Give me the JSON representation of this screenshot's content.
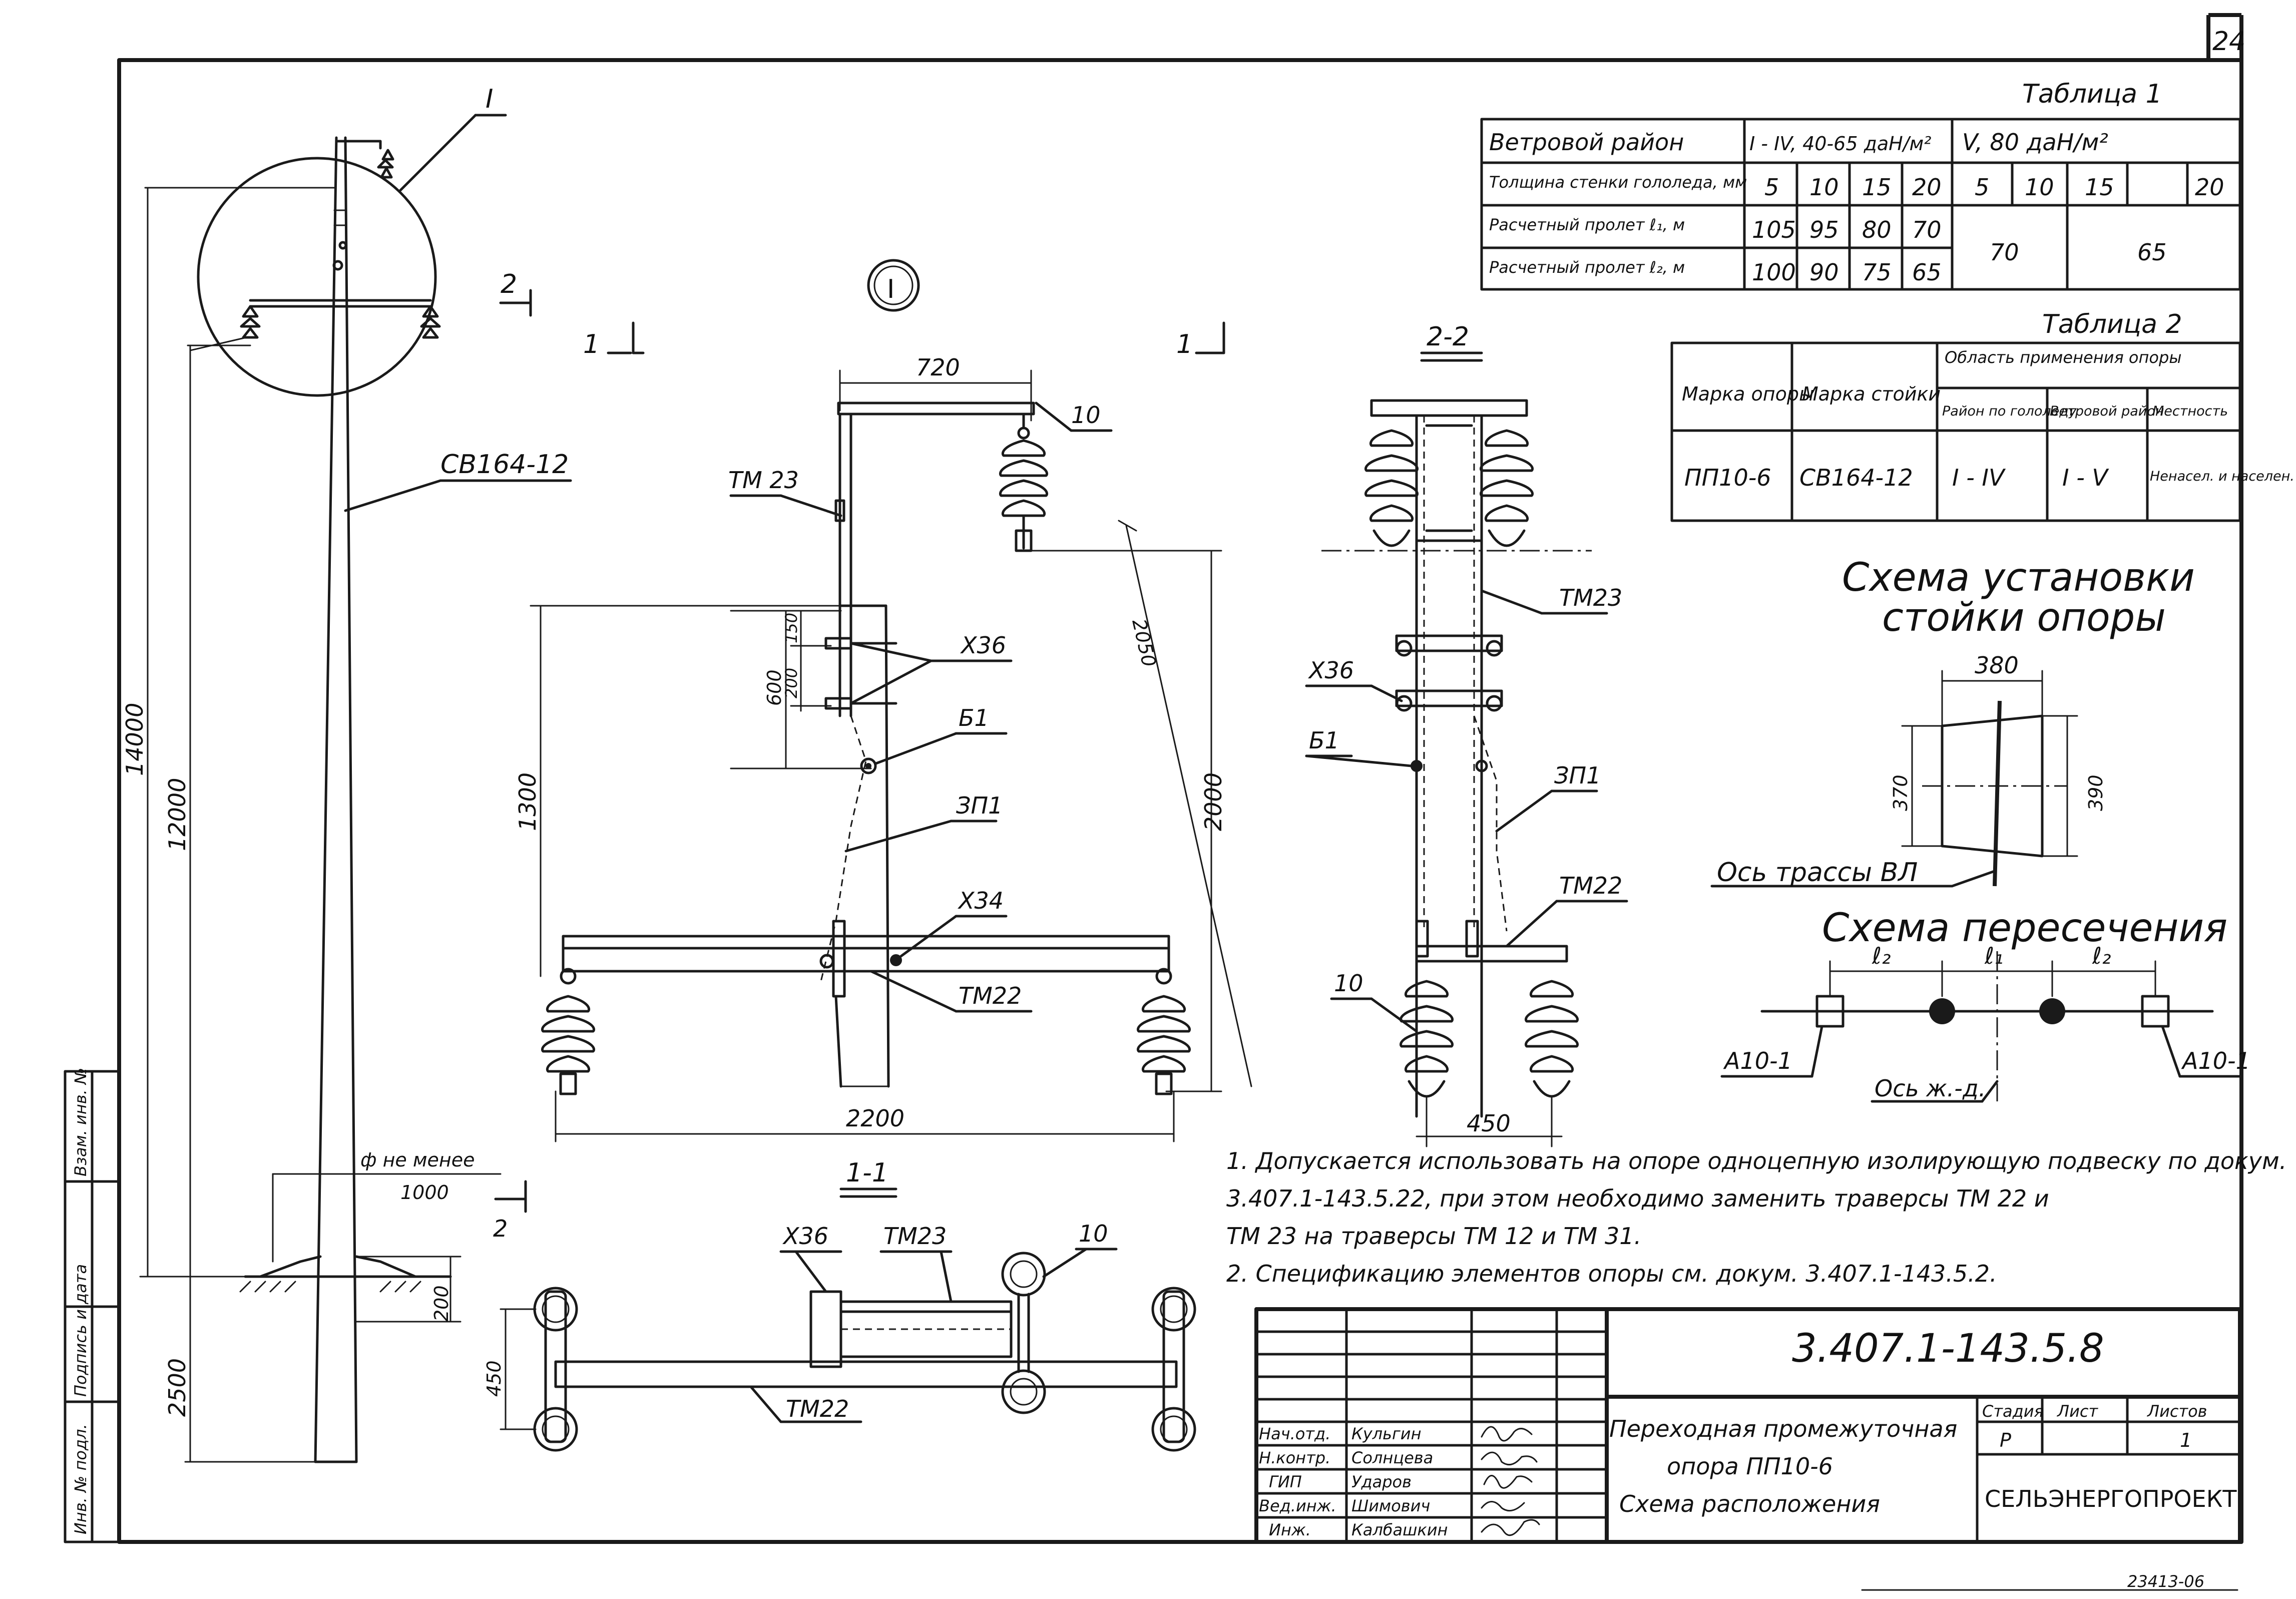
{
  "sheet_number": "24",
  "stamp_bottom": "23413-06",
  "main_view": {
    "callout_circle": "I",
    "pole_mark": "СВ164-12",
    "dim_14000": "14000",
    "dim_12000": "12000",
    "dim_2500": "2500",
    "dim_200": "200",
    "dim_phi": "ф не менее",
    "dim_1000": "1000",
    "section_2": "2",
    "section_1": "1"
  },
  "detail_I": {
    "title": "I",
    "dim_720": "720",
    "dim_600": "600",
    "dim_200": "200",
    "dim_150": "150",
    "dim_1300": "1300",
    "dim_2000": "2000",
    "dim_2050": "2050",
    "dim_2200": "2200",
    "lbl_tm23": "ТМ 23",
    "lbl_10": "10",
    "lbl_x36": "Х36",
    "lbl_b1": "Б1",
    "lbl_zp1": "ЗП1",
    "lbl_x34": "Х34",
    "lbl_tm22": "ТМ22"
  },
  "section_1_1": {
    "title": "1-1",
    "lbl_x36": "Х36",
    "lbl_tm23": "ТМ23",
    "lbl_10": "10",
    "lbl_tm22": "ТМ22",
    "dim_450": "450"
  },
  "section_2_2": {
    "title": "2-2",
    "lbl_tm23": "ТМ23",
    "lbl_x36": "Х36",
    "lbl_b1": "Б1",
    "lbl_zp1": "ЗП1",
    "lbl_tm22": "ТМ22",
    "lbl_10": "10",
    "dim_450": "450"
  },
  "table1": {
    "caption": "Таблица 1",
    "rows": [
      [
        "Ветровой район",
        "I - IV, 40-65 даН/м²",
        "V, 80 даН/м²"
      ],
      [
        "Толщина стенки гололеда, мм",
        "5",
        "10",
        "15",
        "20",
        "5",
        "10",
        "15",
        "20"
      ],
      [
        "Расчетный пролет ℓ₁, м",
        "105",
        "95",
        "80",
        "70",
        "70",
        "65"
      ],
      [
        "Расчетный пролет ℓ₂, м",
        "100",
        "90",
        "75",
        "65"
      ]
    ]
  },
  "table2": {
    "caption": "Таблица 2",
    "h_mark_support": "Марка опоры",
    "h_mark_stand": "Марка стойки",
    "h_area": "Область применения опоры",
    "h_ice": "Район по гололеду",
    "h_wind": "Ветровой район",
    "h_place": "Местность",
    "v_support": "ПП10-6",
    "v_stand": "СВ164-12",
    "v_ice": "I - IV",
    "v_wind": "I - V",
    "v_place": "Ненасел. и населен."
  },
  "install_scheme": {
    "title_line1": "Схема установки",
    "title_line2": "стойки опоры",
    "dim_380": "380",
    "dim_370": "370",
    "dim_390": "390",
    "axis_label": "Ось трассы ВЛ"
  },
  "cross_scheme": {
    "title": "Схема пересечения",
    "l2a": "ℓ₂",
    "l1": "ℓ₁",
    "l2b": "ℓ₂",
    "left_label": "А10-1",
    "right_label": "А10-1",
    "axis_label": "Ось ж.-д."
  },
  "notes": [
    "1. Допускается использовать на опоре одноцепную изолирующую подвеску по докум.",
    "3.407.1-143.5.22, при этом необходимо заменить траверсы ТМ 22 и",
    "ТМ 23 на траверсы ТМ 12 и ТМ 31.",
    "2. Спецификацию элементов опоры см. докум. 3.407.1-143.5.2."
  ],
  "title_block": {
    "doc_code": "3.407.1-143.5.8",
    "title_line1": "Переходная промежуточная",
    "title_line2": "опора ПП10-6",
    "title_line3": "Схема расположения",
    "stage_h": "Стадия",
    "sheet_h": "Лист",
    "sheets_h": "Листов",
    "stage_v": "Р",
    "sheets_v": "1",
    "org": "СЕЛЬЭНЕРГОПРОЕКТ",
    "people": [
      [
        "Нач.отд.",
        "Кульгин"
      ],
      [
        "Н.контр.",
        "Солнцева"
      ],
      [
        "ГИП",
        "Ударов"
      ],
      [
        "Вед.инж.",
        "Шимович"
      ],
      [
        "Инж.",
        "Калбашкин"
      ]
    ]
  },
  "side_stamp": {
    "c1": "Инв. № подл.",
    "c2": "Подпись и дата",
    "c3": "Взам. инв. №"
  }
}
